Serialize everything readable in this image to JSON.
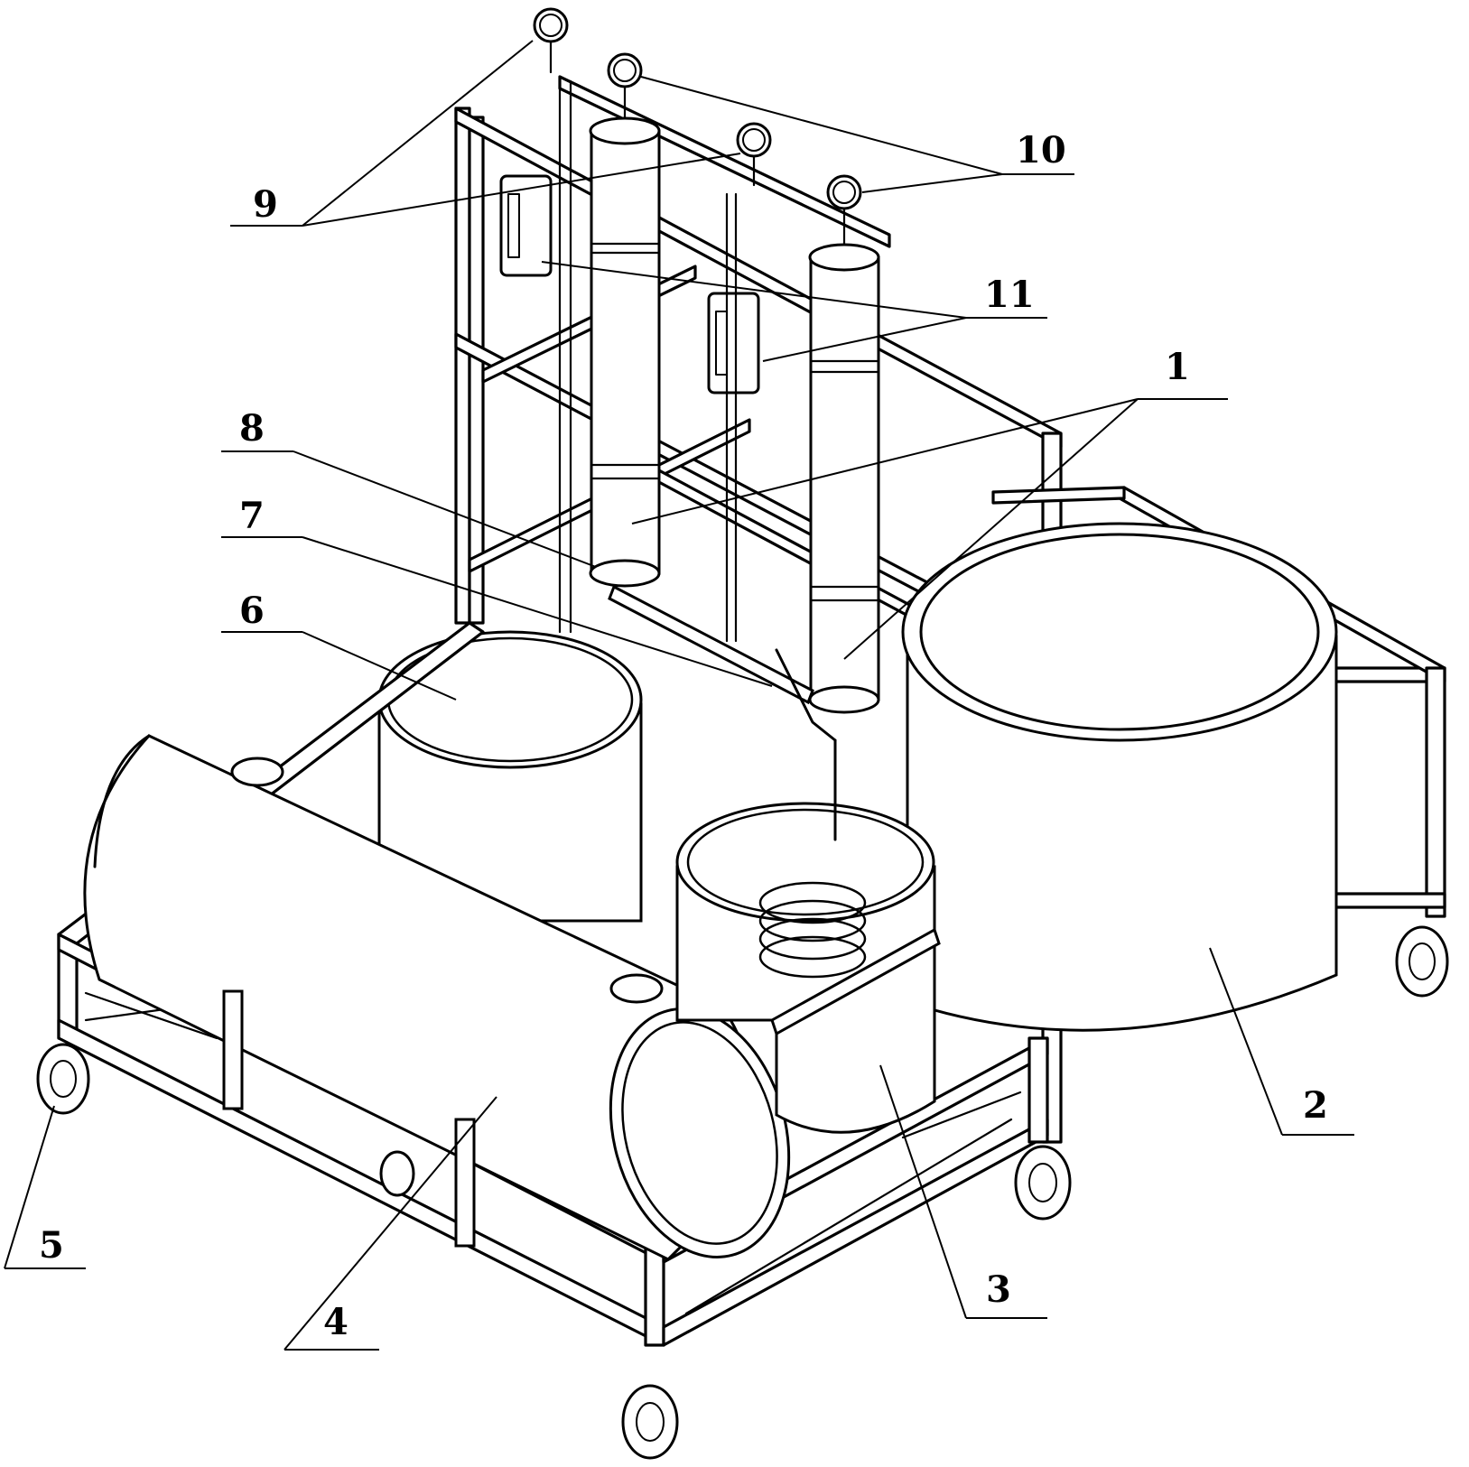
{
  "figure": {
    "callouts": [
      {
        "id": "1",
        "text": "1"
      },
      {
        "id": "2",
        "text": "2"
      },
      {
        "id": "3",
        "text": "3"
      },
      {
        "id": "4",
        "text": "4"
      },
      {
        "id": "5",
        "text": "5"
      },
      {
        "id": "6",
        "text": "6"
      },
      {
        "id": "7",
        "text": "7"
      },
      {
        "id": "8",
        "text": "8"
      },
      {
        "id": "9",
        "text": "9"
      },
      {
        "id": "10",
        "text": "10"
      },
      {
        "id": "11",
        "text": "11"
      }
    ],
    "colors": {
      "ink": "#000000",
      "paper": "#ffffff"
    }
  }
}
